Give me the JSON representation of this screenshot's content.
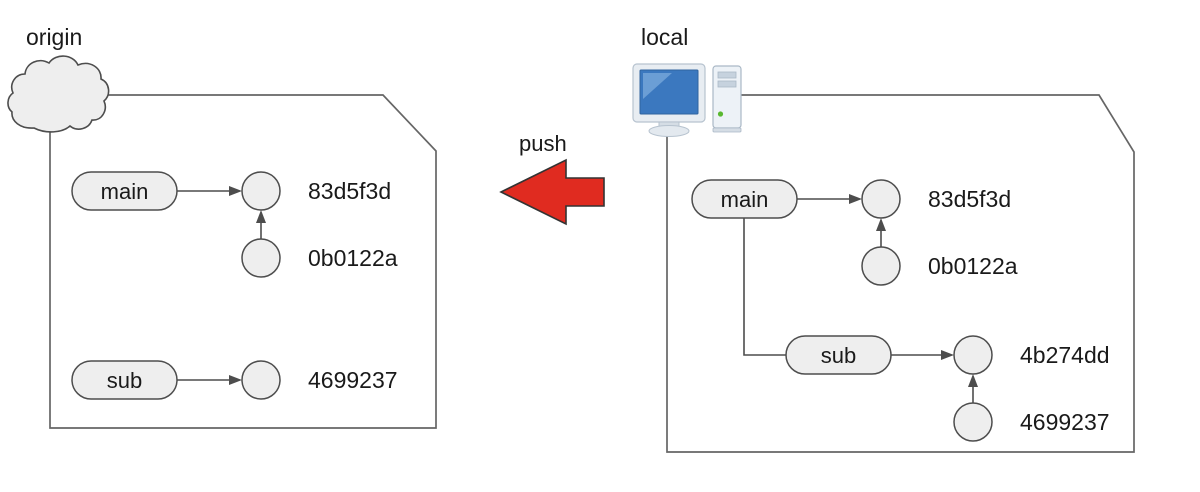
{
  "diagram": {
    "kind": "git-push-repository-diagram",
    "background_color": "#ffffff",
    "line_color": "#4d4d4d",
    "node_fill": "#eeeeee",
    "accent_color": "#e02b20"
  },
  "origin": {
    "title": "origin",
    "icon": "cloud-icon",
    "branches": [
      {
        "name": "main",
        "commit": "83d5f3d"
      },
      {
        "name": "sub",
        "commit": "4699237"
      }
    ],
    "commits": [
      {
        "hash": "83d5f3d"
      },
      {
        "hash": "0b0122a"
      },
      {
        "hash": "4699237"
      }
    ]
  },
  "local": {
    "title": "local",
    "icon": "desktop-computer-icon",
    "branches": [
      {
        "name": "main",
        "commit": "83d5f3d"
      },
      {
        "name": "sub",
        "commit": "4b274dd"
      }
    ],
    "commits": [
      {
        "hash": "83d5f3d"
      },
      {
        "hash": "0b0122a"
      },
      {
        "hash": "4b274dd"
      },
      {
        "hash": "4699237"
      }
    ]
  },
  "transfer": {
    "label": "push",
    "direction": "local-to-origin",
    "arrow_color": "#e02b20",
    "arrow_stroke": "#333333"
  }
}
